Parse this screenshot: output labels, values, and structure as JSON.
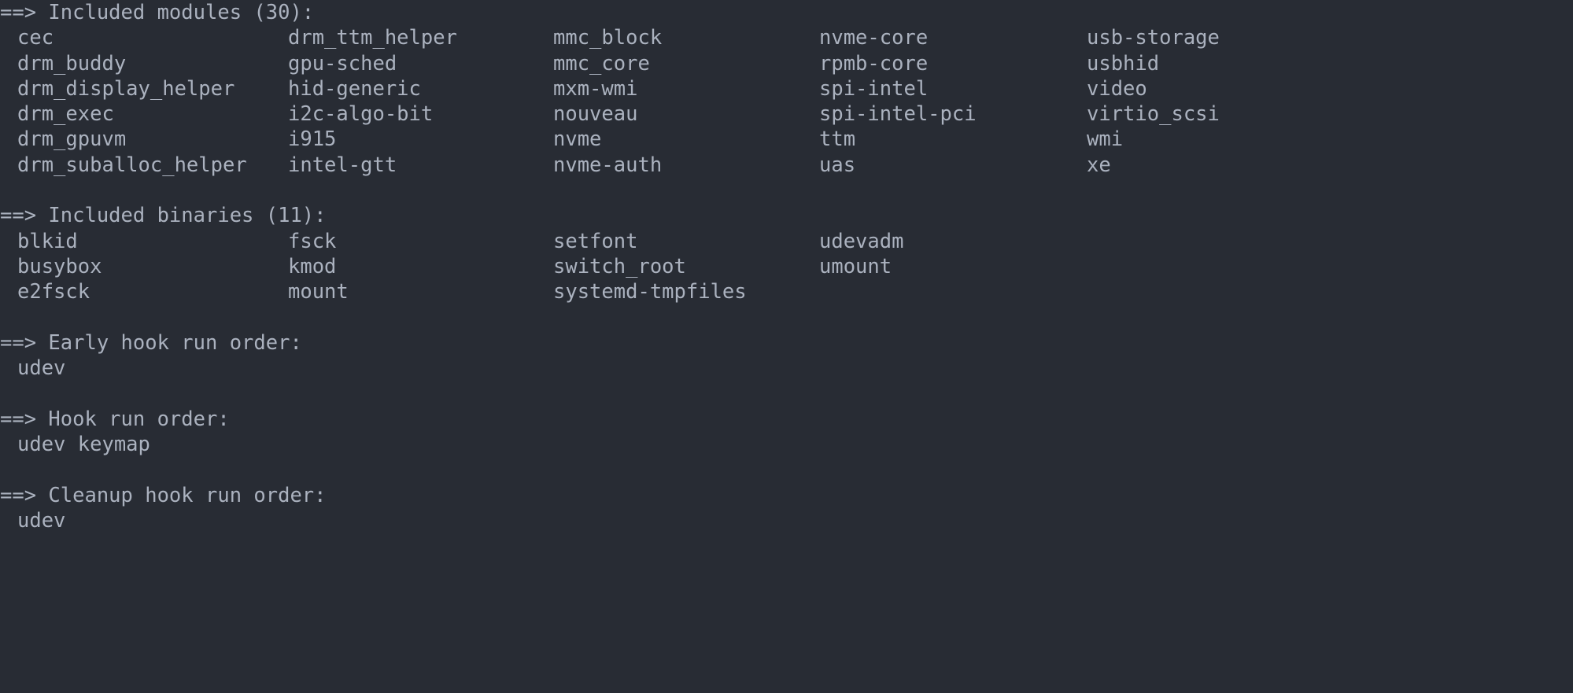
{
  "terminal": {
    "background_color": "#282c34",
    "text_color": "#abb2bf",
    "prefix": "==>"
  },
  "sections": [
    {
      "id": "included-modules",
      "heading": "==> Included modules (30):",
      "heading_text": "Included modules",
      "count": 30,
      "layout": "columns",
      "column_count": 5,
      "rows": [
        [
          "cec",
          "drm_ttm_helper",
          "mmc_block",
          "nvme-core",
          "usb-storage"
        ],
        [
          "drm_buddy",
          "gpu-sched",
          "mmc_core",
          "rpmb-core",
          "usbhid"
        ],
        [
          "drm_display_helper",
          "hid-generic",
          "mxm-wmi",
          "spi-intel",
          "video"
        ],
        [
          "drm_exec",
          "i2c-algo-bit",
          "nouveau",
          "spi-intel-pci",
          "virtio_scsi"
        ],
        [
          "drm_gpuvm",
          "i915",
          "nvme",
          "ttm",
          "wmi"
        ],
        [
          "drm_suballoc_helper",
          "intel-gtt",
          "nvme-auth",
          "uas",
          "xe"
        ]
      ]
    },
    {
      "id": "included-binaries",
      "heading": "==> Included binaries (11):",
      "heading_text": "Included binaries",
      "count": 11,
      "layout": "columns",
      "column_count": 4,
      "rows": [
        [
          "blkid",
          "fsck",
          "setfont",
          "udevadm"
        ],
        [
          "busybox",
          "kmod",
          "switch_root",
          "umount"
        ],
        [
          "e2fsck",
          "mount",
          "systemd-tmpfiles",
          ""
        ]
      ]
    },
    {
      "id": "early-hook-run-order",
      "heading": "==> Early hook run order:",
      "heading_text": "Early hook run order",
      "layout": "inline",
      "lines": [
        "udev"
      ]
    },
    {
      "id": "hook-run-order",
      "heading": "==> Hook run order:",
      "heading_text": "Hook run order",
      "layout": "inline",
      "lines": [
        "udev keymap"
      ]
    },
    {
      "id": "cleanup-hook-run-order",
      "heading": "==> Cleanup hook run order:",
      "heading_text": "Cleanup hook run order",
      "layout": "inline",
      "lines": [
        "udev"
      ]
    }
  ]
}
